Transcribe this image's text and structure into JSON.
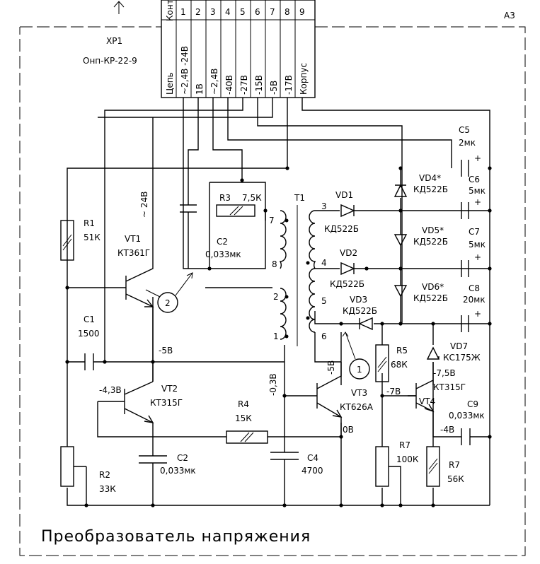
{
  "sheet": {
    "format": "A3",
    "title": "Преобразователь напряжения"
  },
  "connector": {
    "ref": "XP1",
    "type": "Онп-КР-22-9",
    "header_contact": "Конт.",
    "header_circuit": "Цепь",
    "pins": [
      {
        "num": "1",
        "net": "~2,4В -24В"
      },
      {
        "num": "2",
        "net": "1В"
      },
      {
        "num": "3",
        "net": "~2,4В"
      },
      {
        "num": "4",
        "net": "-40В"
      },
      {
        "num": "5",
        "net": "-27В"
      },
      {
        "num": "6",
        "net": "-15В"
      },
      {
        "num": "7",
        "net": "-5В"
      },
      {
        "num": "8",
        "net": "-17В"
      },
      {
        "num": "9",
        "net": "Корпус"
      }
    ]
  },
  "components": {
    "r1": {
      "ref": "R1",
      "value": "51К"
    },
    "r2": {
      "ref": "R2",
      "value": "33К"
    },
    "r3": {
      "ref": "R3",
      "value": "7,5К"
    },
    "r4": {
      "ref": "R4",
      "value": "15К"
    },
    "r5": {
      "ref": "R5",
      "value": "68К"
    },
    "r7a": {
      "ref": "R7",
      "value": "100К"
    },
    "r7b": {
      "ref": "R7",
      "value": "56К"
    },
    "c1": {
      "ref": "C1",
      "value": "1500"
    },
    "c2a": {
      "ref": "C2",
      "value": "0,033мк"
    },
    "c2b": {
      "ref": "C2",
      "value": "0,033мк"
    },
    "c4": {
      "ref": "C4",
      "value": "4700"
    },
    "c5": {
      "ref": "C5",
      "value": "2мк"
    },
    "c6": {
      "ref": "C6",
      "value": "5мк"
    },
    "c7": {
      "ref": "C7",
      "value": "5мк"
    },
    "c8": {
      "ref": "C8",
      "value": "20мк"
    },
    "c9": {
      "ref": "C9",
      "value": "0,033мк"
    },
    "vt1": {
      "ref": "VT1",
      "value": "КТ361Г"
    },
    "vt2": {
      "ref": "VT2",
      "value": "КТ315Г"
    },
    "vt3": {
      "ref": "VT3",
      "value": "КТ626А"
    },
    "vt4": {
      "ref": "VT4",
      "value": "КТ315Г"
    },
    "vd1": {
      "ref": "VD1",
      "value": "КД522Б"
    },
    "vd2": {
      "ref": "VD2",
      "value": "КД522Б"
    },
    "vd3": {
      "ref": "VD3",
      "value": "КД522Б"
    },
    "vd4": {
      "ref": "VD4*",
      "value": "КД522Б"
    },
    "vd5": {
      "ref": "VD5*",
      "value": "КД522Б"
    },
    "vd6": {
      "ref": "VD6*",
      "value": "КД522Б"
    },
    "vd7": {
      "ref": "VD7",
      "value": "КС175Ж"
    },
    "t1": {
      "ref": "T1",
      "pins": [
        "1",
        "2",
        "3",
        "4",
        "5",
        "6",
        "7",
        "8"
      ]
    }
  },
  "annotations": {
    "v24": "~ 24В",
    "v_minus5": "-5В",
    "v_minus43": "-4,3В",
    "v_minus03": "-0,3В",
    "v_minus5b": "-5В",
    "v_minus7": "-7В",
    "v_minus75": "-7,5В",
    "v_minus4": "-4В",
    "v_zero": "0В",
    "plus": "+",
    "callout1": "1",
    "callout2": "2"
  }
}
